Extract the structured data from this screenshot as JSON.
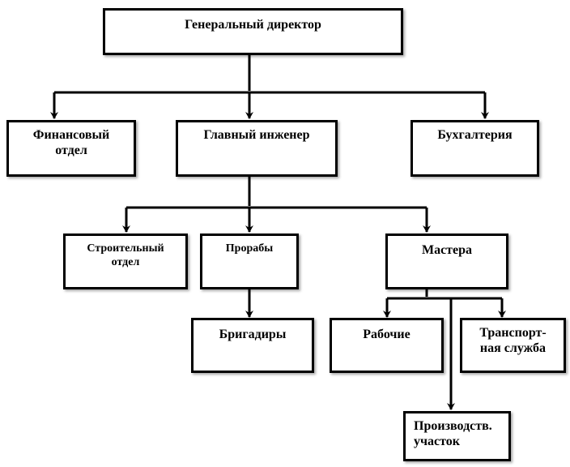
{
  "diagram": {
    "ceo": {
      "line1": "Генеральный директор"
    },
    "finance": {
      "line1": "Финансовый",
      "line2": "отдел"
    },
    "chief_engineer": {
      "line1": "Главный инженер"
    },
    "accounting": {
      "line1": "Бухгалтерия"
    },
    "construction": {
      "line1": "Строительный",
      "line2": "отдел"
    },
    "foremen": {
      "line1": "Прорабы"
    },
    "masters": {
      "line1": "Мастера"
    },
    "brigadiers": {
      "line1": "Бригадиры"
    },
    "workers": {
      "line1": "Рабочие"
    },
    "transport": {
      "line1": "Транспорт-",
      "line2": "ная служба"
    },
    "production": {
      "line1": "Производств.",
      "line2": "участок"
    },
    "colors": {
      "stroke": "#000000",
      "fill": "#ffffff"
    }
  }
}
